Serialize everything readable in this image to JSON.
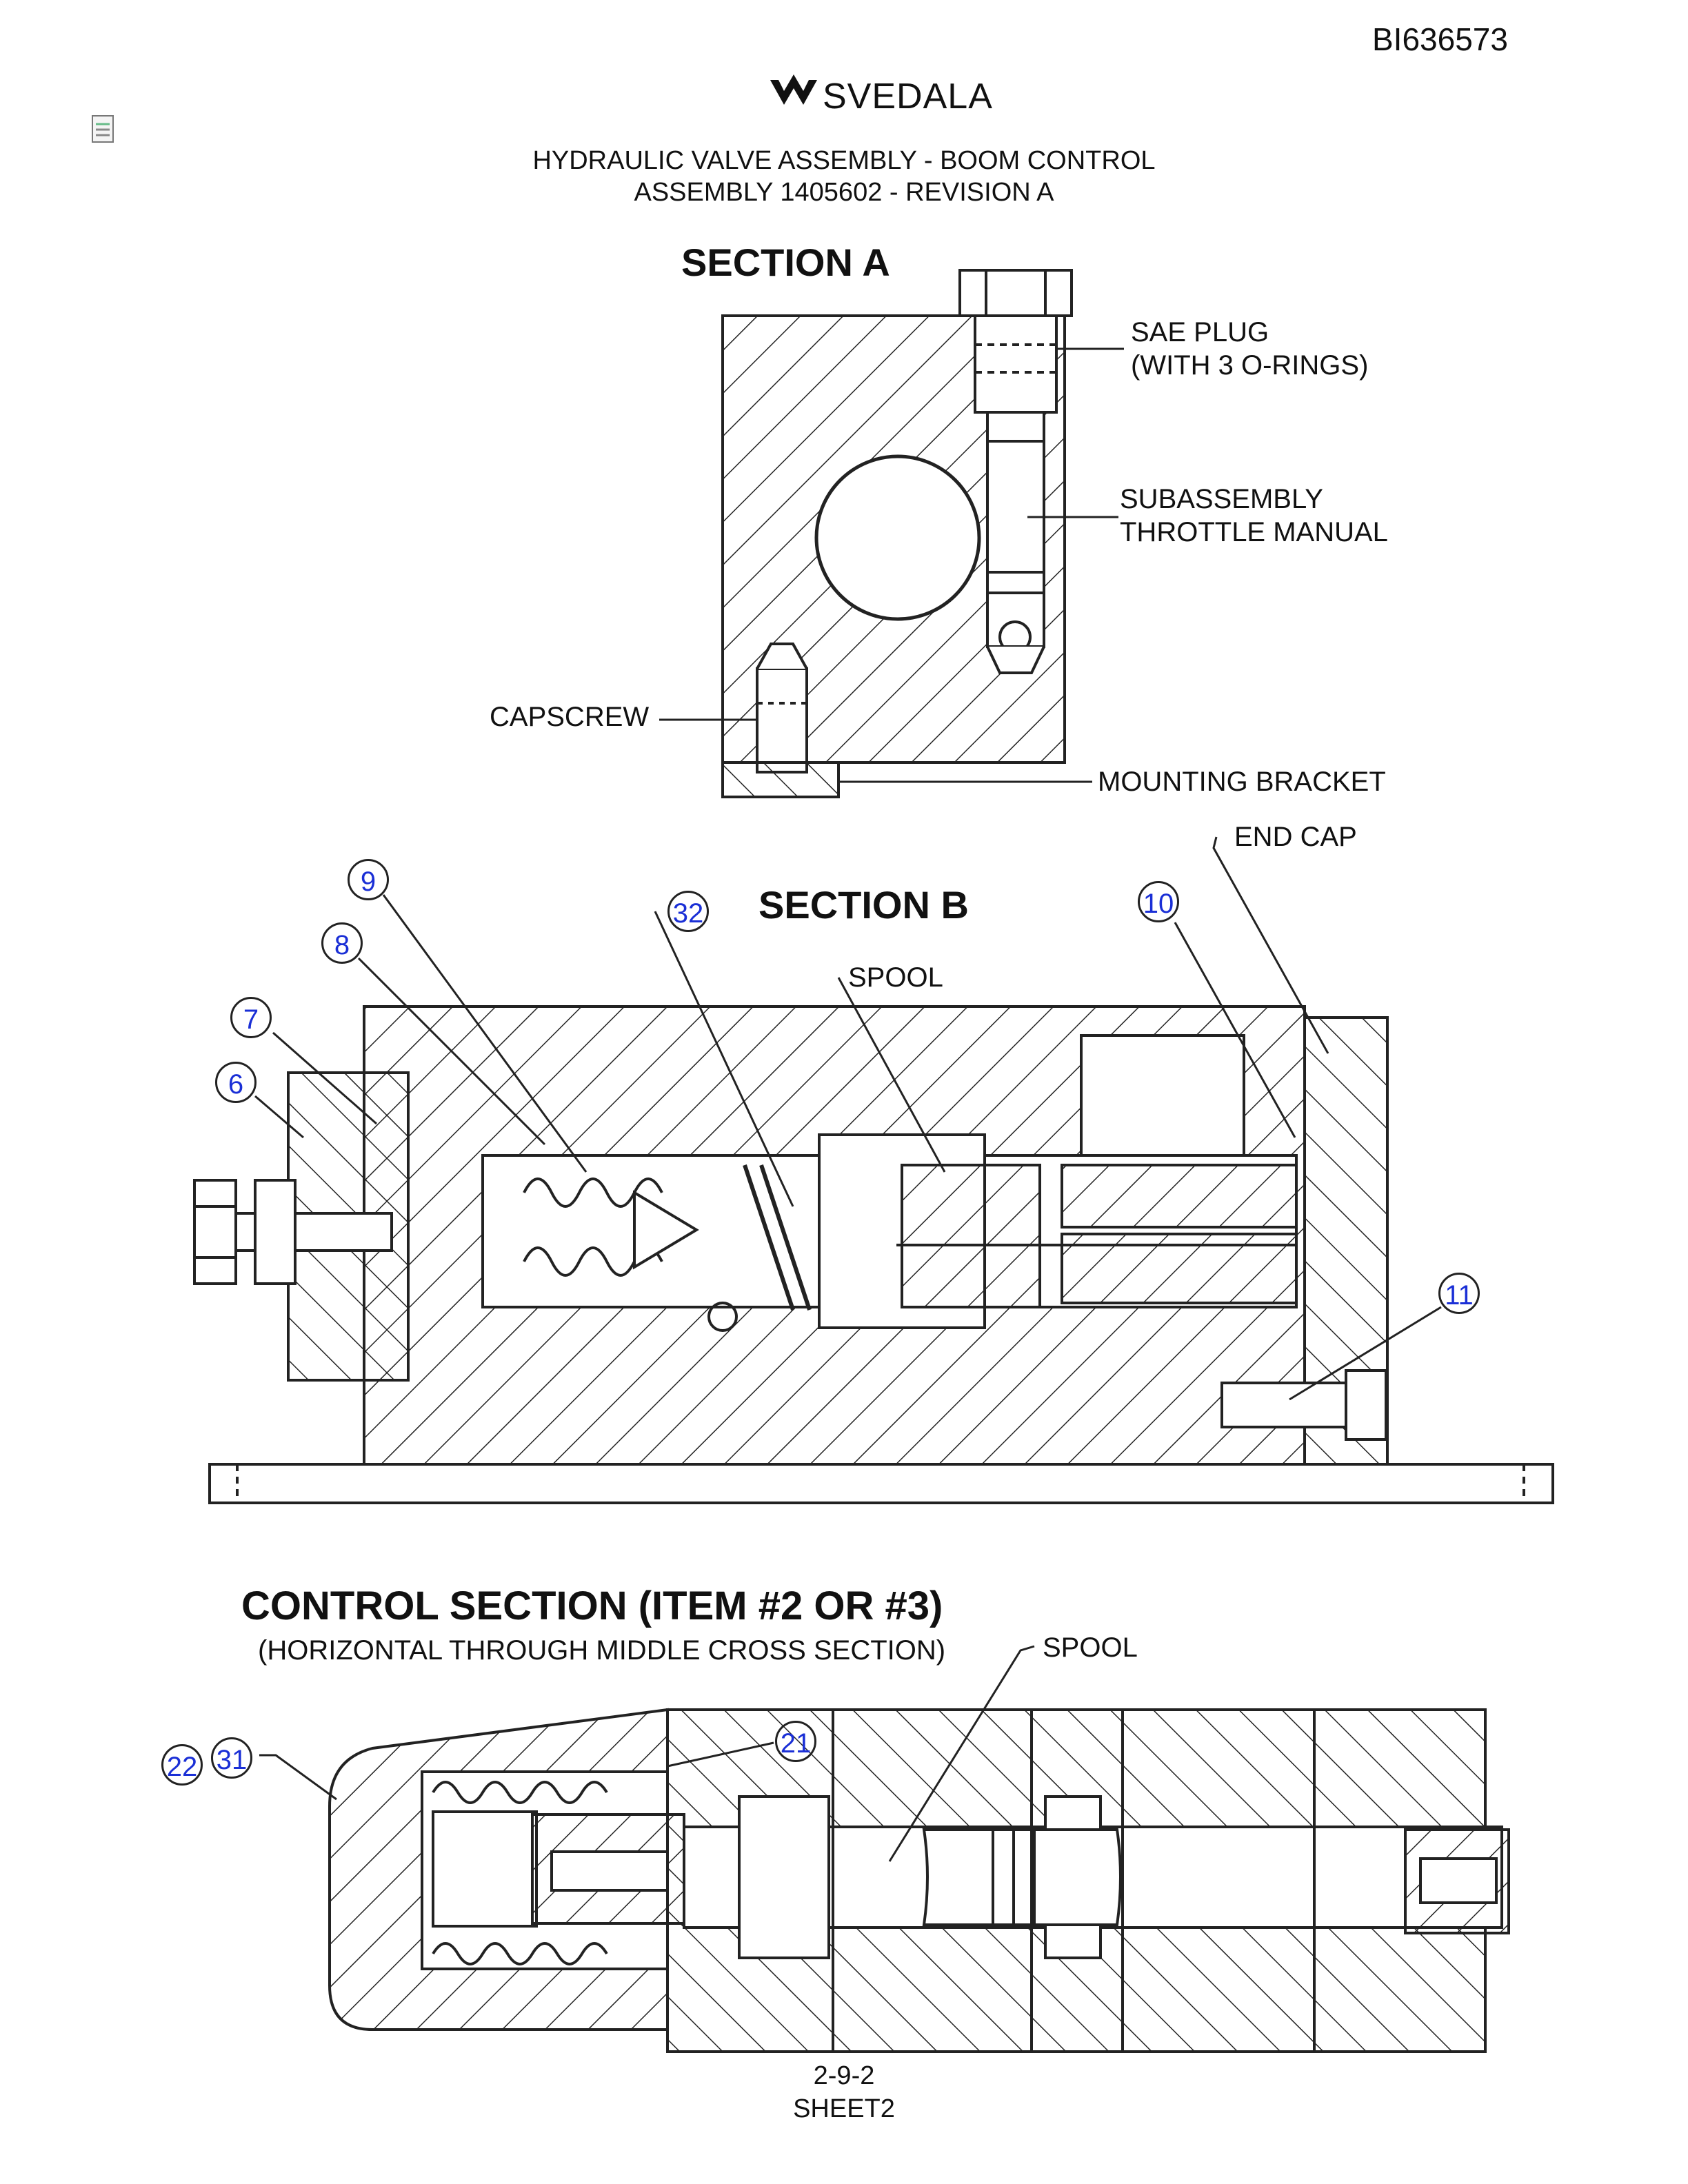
{
  "doc_id": "BI636573",
  "brand": "SVEDALA",
  "title_line1": "HYDRAULIC VALVE ASSEMBLY - BOOM CONTROL",
  "title_line2": "ASSEMBLY 1405602 - REVISION A",
  "section_a": {
    "title": "SECTION A",
    "labels": {
      "sae_plug_1": "SAE PLUG",
      "sae_plug_2": "(WITH 3 O-RINGS)",
      "subassembly_1": "SUBASSEMBLY",
      "subassembly_2": "THROTTLE MANUAL",
      "capscrew": "CAPSCREW",
      "mounting_bracket": "MOUNTING BRACKET"
    }
  },
  "section_b": {
    "title": "SECTION B",
    "labels": {
      "end_cap": "END CAP",
      "spool": "SPOOL"
    },
    "callouts": {
      "c9": "9",
      "c8": "8",
      "c7": "7",
      "c6": "6",
      "c32": "32",
      "c10": "10",
      "c11": "11"
    }
  },
  "control_section": {
    "title": "CONTROL SECTION (ITEM #2 OR #3)",
    "subtitle": "(HORIZONTAL THROUGH MIDDLE CROSS SECTION)",
    "labels": {
      "spool": "SPOOL"
    },
    "callouts": {
      "c22": "22",
      "c31": "31",
      "c21": "21"
    }
  },
  "footer_line1": "2-9-2",
  "footer_line2": "SHEET2"
}
